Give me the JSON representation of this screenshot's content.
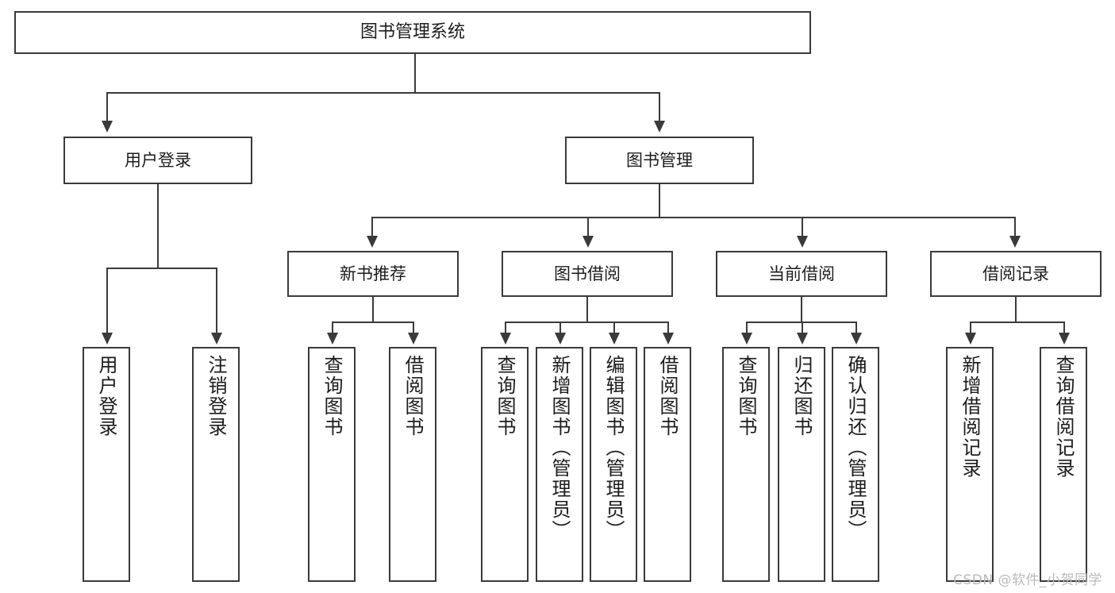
{
  "diagram": {
    "title": "图书管理系统",
    "root": {
      "label": "图书管理系统"
    },
    "level2": [
      {
        "label": "用户登录"
      },
      {
        "label": "图书管理"
      }
    ],
    "level3": [
      {
        "label": "新书推荐"
      },
      {
        "label": "图书借阅"
      },
      {
        "label": "当前借阅"
      },
      {
        "label": "借阅记录"
      }
    ],
    "leaves": {
      "user_login": [
        {
          "label": "用户登录"
        },
        {
          "label": "注销登录"
        }
      ],
      "new_book_recommend": [
        {
          "label": "查询图书"
        },
        {
          "label": "借阅图书"
        }
      ],
      "book_borrow": [
        {
          "label": "查询图书"
        },
        {
          "label": "新增图书（管理员）"
        },
        {
          "label": "编辑图书（管理员）"
        },
        {
          "label": "借阅图书"
        }
      ],
      "current_borrow": [
        {
          "label": "查询图书"
        },
        {
          "label": "归还图书"
        },
        {
          "label": "确认归还（管理员）"
        }
      ],
      "borrow_record": [
        {
          "label": "新增借阅记录"
        },
        {
          "label": "查询借阅记录"
        }
      ]
    }
  },
  "watermark": {
    "text": "CSDN @软件_小贺同学"
  },
  "colors": {
    "stroke": "#3a3a3a",
    "background": "#ffffff",
    "text": "#1c1c1c",
    "watermark": "#b9b9b9"
  }
}
